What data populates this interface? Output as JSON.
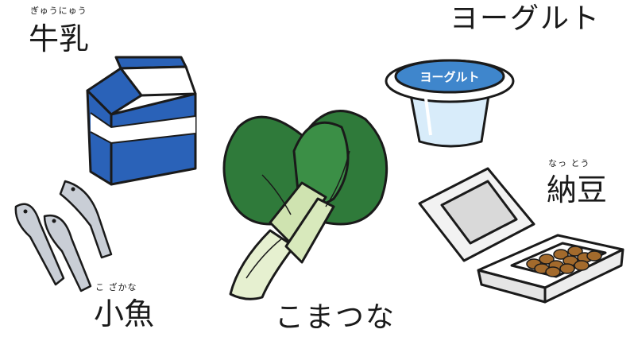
{
  "items": {
    "milk": {
      "label": "牛乳",
      "reading": "ぎゅうにゅう"
    },
    "yogurt": {
      "label": "ヨーグルト",
      "cup_text": "ヨーグルト"
    },
    "natto": {
      "label": "納豆",
      "reading": "なっ とう"
    },
    "fish": {
      "label": "小魚",
      "reading": "こ  ざかな"
    },
    "komatsuna": {
      "label": "こまつな"
    }
  },
  "colors": {
    "milk_blue": "#2a62b8",
    "yogurt_blue": "#3f86cc",
    "leaf_green": "#2f7a3a",
    "stem_green": "#cfe3b0",
    "natto_brown": "#a36a2c"
  }
}
